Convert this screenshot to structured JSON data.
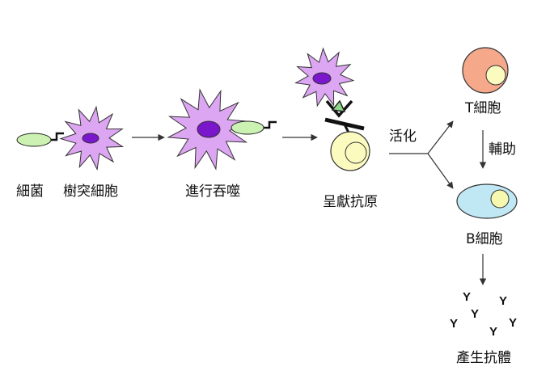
{
  "labels": {
    "bacteria": "細菌",
    "dendritic_cell": "樹突細胞",
    "phagocytosis": "進行吞噬",
    "antigen_presentation": "呈獻抗原",
    "activation": "活化",
    "t_cell": "T細胞",
    "help": "輔助",
    "b_cell": "B細胞",
    "antibody_production": "產生抗體"
  },
  "antibody_symbol": "Y",
  "colors": {
    "bacteria_fill": "#ccf2b3",
    "dendritic_fill": "#dda6f2",
    "nucleus_fill": "#7a16cc",
    "t_cell_fill": "#f5a88a",
    "t_cell_nucleus": "#fbfbc0",
    "b_cell_fill": "#bfe8f4",
    "b_cell_nucleus": "#f7f8b0",
    "presenting_cell_fill": "#fbfbc0",
    "antigen_fill": "#8ed88a"
  }
}
